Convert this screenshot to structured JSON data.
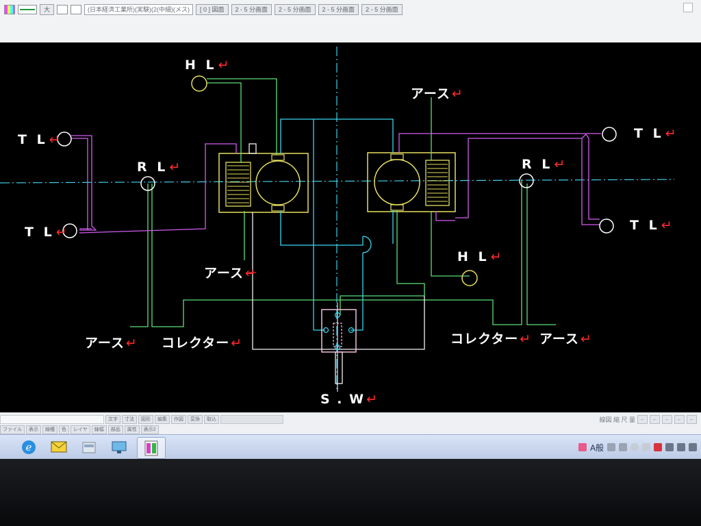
{
  "toolbar": {
    "size_label": "大",
    "layer_field": "(日本経済工業所)(実験)(2(中細)(メス)",
    "buttons": [
      "[ 0 ] 図面",
      "2 - 5 分画面",
      "2 - 5 分画面",
      "2 - 5 分画面",
      "2 - 5 分画面"
    ]
  },
  "canvas": {
    "labels": {
      "hl_top": "H L",
      "hl_right": "H L",
      "tl_left_top": "T L",
      "tl_left_bottom": "T L",
      "tl_right_top": "T L",
      "tl_right_bottom": "T L",
      "rl_left": "R L",
      "rl_right": "R L",
      "earth_top_right": "アース",
      "earth_mid_left": "アース",
      "earth_bottom_left": "アース",
      "earth_bottom_right": "アース",
      "collector_left": "コレクター",
      "collector_right": "コレクター",
      "sw": "S . W"
    },
    "return_mark": "↵",
    "colors": {
      "background": "#000000",
      "cyan": "#38d8f0",
      "green": "#5ee07a",
      "magenta": "#d45cf2",
      "yellow": "#e8e060",
      "white": "#ffffff",
      "pink": "#f0b8d8",
      "center_line": "#3fd0e8",
      "label_mark": "#ff2a2a"
    }
  },
  "statusbar": {
    "row1": [
      "文字",
      "寸法",
      "図形",
      "編集",
      "作図",
      "変換",
      "取込"
    ],
    "row2": [
      "ファイル",
      "表示",
      "線種",
      "色",
      "レイヤ",
      "線幅",
      "部品",
      "属性",
      "表示2"
    ],
    "right_text": "線図 縮 尺 量",
    "right_buttons": [
      "←",
      "←",
      "←",
      "←",
      "←"
    ]
  },
  "taskbar": {
    "apps": [
      "ie-icon",
      "mail-icon",
      "explorer-icon",
      "monitor-icon",
      "cad-app-icon"
    ],
    "ime": "A般"
  }
}
